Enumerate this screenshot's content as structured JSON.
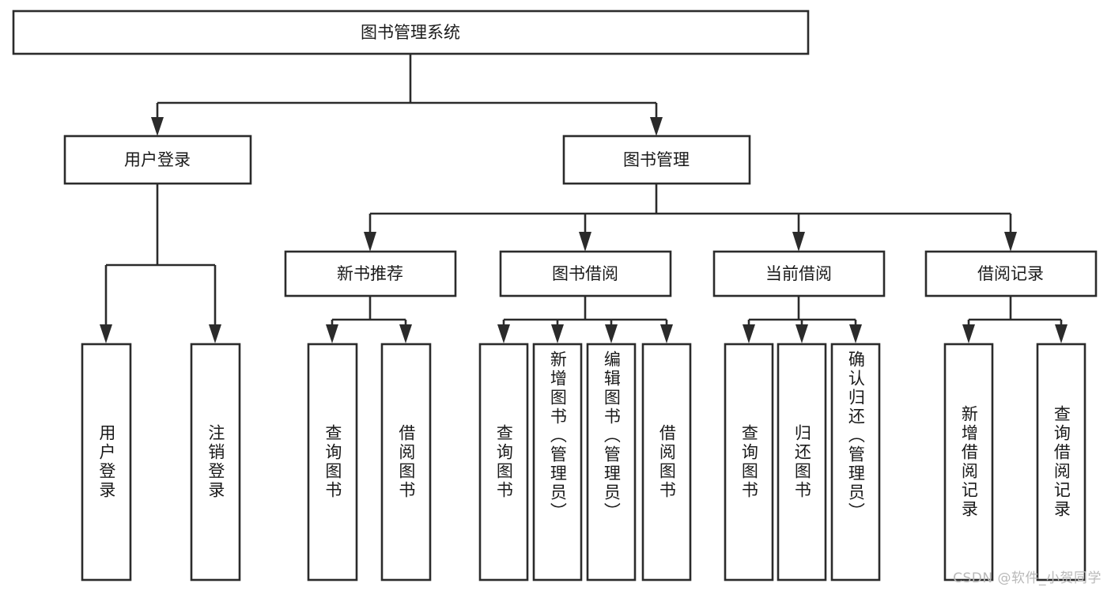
{
  "diagram": {
    "title": "图书管理系统",
    "type": "tree-hierarchy-diagram",
    "background_color": "#ffffff",
    "line_color": "#2b2b2b",
    "text_color": "#1a1a1a"
  },
  "nodes": {
    "root": {
      "label": "图书管理系统",
      "level": 0
    },
    "level1": [
      {
        "id": "user-login",
        "label": "用户登录"
      },
      {
        "id": "book-management",
        "label": "图书管理"
      }
    ],
    "level2": [
      {
        "id": "new-book-recommend",
        "label": "新书推荐",
        "parent": "book-management"
      },
      {
        "id": "book-borrow",
        "label": "图书借阅",
        "parent": "book-management"
      },
      {
        "id": "current-borrow",
        "label": "当前借阅",
        "parent": "book-management"
      },
      {
        "id": "borrow-record",
        "label": "借阅记录",
        "parent": "book-management"
      }
    ],
    "leaves": [
      {
        "id": "leaf-user-login",
        "label": "用户登录",
        "parent": "user-login"
      },
      {
        "id": "leaf-logout-login",
        "label": "注销登录",
        "parent": "user-login"
      },
      {
        "id": "leaf-query-book-1",
        "label": "查询图书",
        "parent": "new-book-recommend"
      },
      {
        "id": "leaf-borrow-book-1",
        "label": "借阅图书",
        "parent": "new-book-recommend"
      },
      {
        "id": "leaf-query-book-2",
        "label": "查询图书",
        "parent": "book-borrow"
      },
      {
        "id": "leaf-add-book-admin",
        "label": "新增图书（管理员）",
        "parent": "book-borrow"
      },
      {
        "id": "leaf-edit-book-admin",
        "label": "编辑图书（管理员）",
        "parent": "book-borrow"
      },
      {
        "id": "leaf-borrow-book-2",
        "label": "借阅图书",
        "parent": "book-borrow"
      },
      {
        "id": "leaf-query-book-3",
        "label": "查询图书",
        "parent": "current-borrow"
      },
      {
        "id": "leaf-return-book",
        "label": "归还图书",
        "parent": "current-borrow"
      },
      {
        "id": "leaf-confirm-return-admin",
        "label": "确认归还（管理员）",
        "parent": "current-borrow"
      },
      {
        "id": "leaf-add-borrow-record",
        "label": "新增借阅记录",
        "parent": "borrow-record"
      },
      {
        "id": "leaf-query-borrow-record",
        "label": "查询借阅记录",
        "parent": "borrow-record"
      }
    ]
  },
  "watermark": {
    "text": "CSDN @软件_小贺同学"
  }
}
